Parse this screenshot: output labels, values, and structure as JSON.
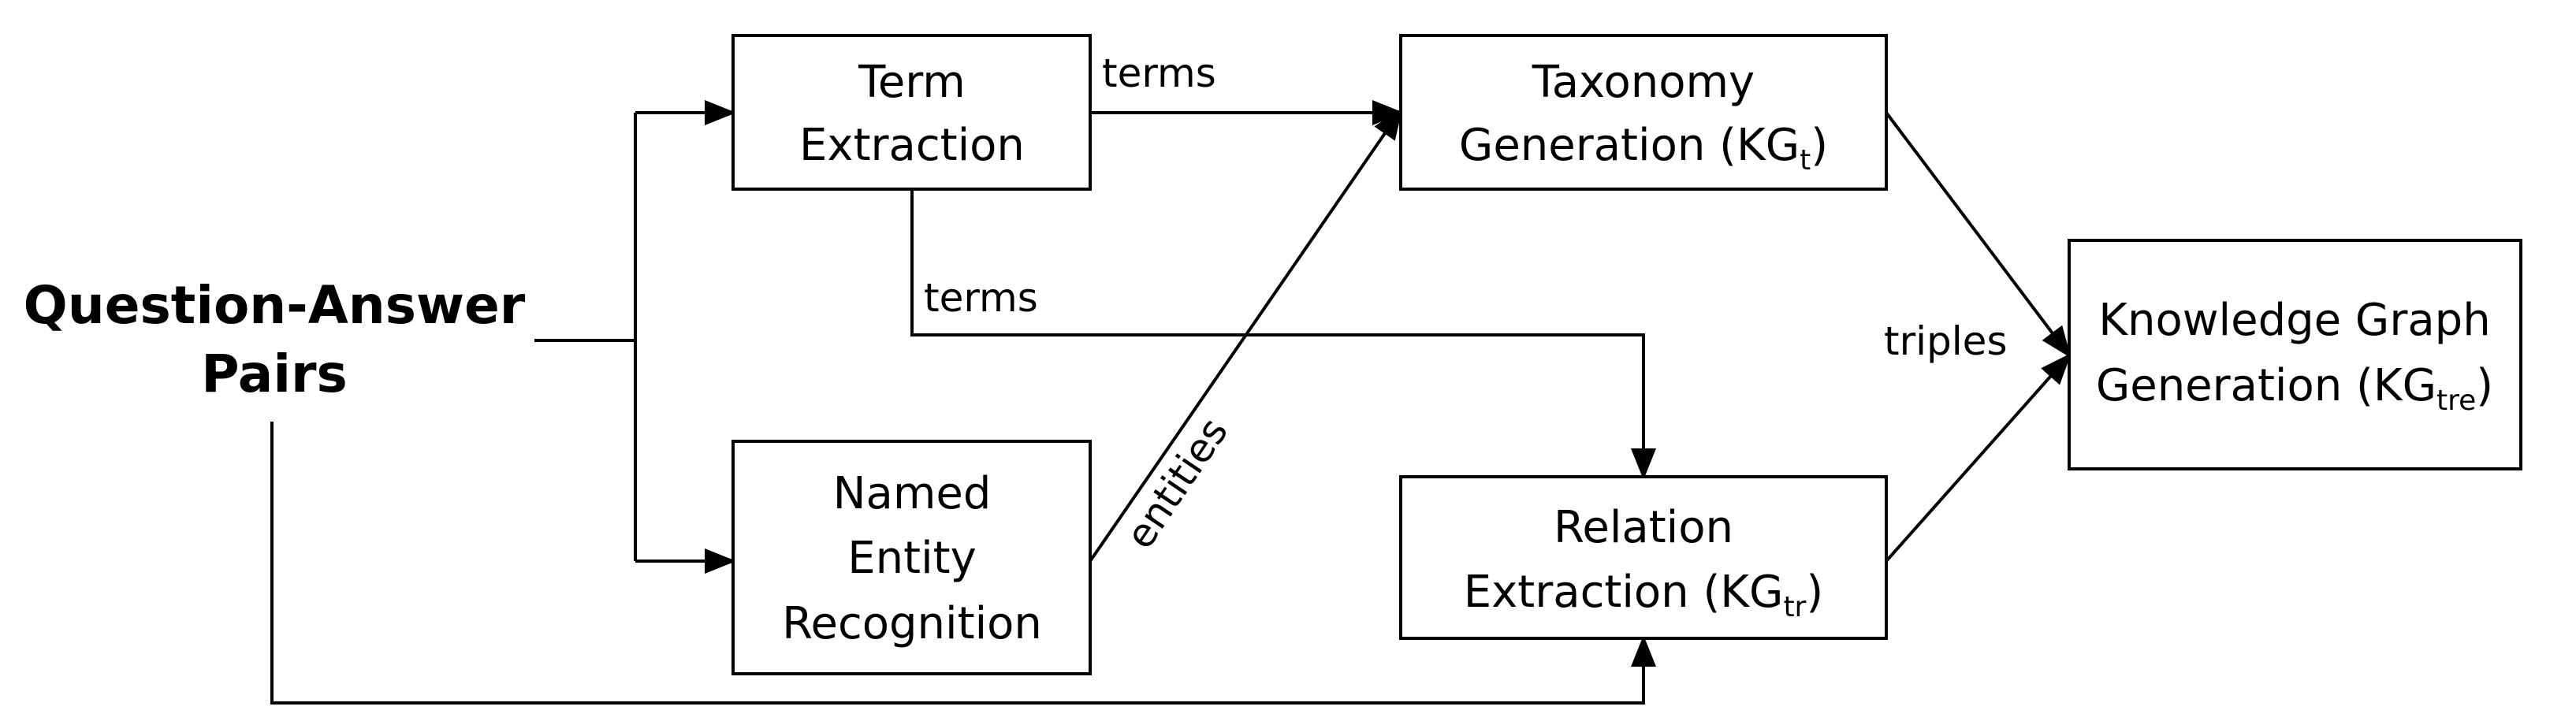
{
  "source": {
    "line1": "Question-Answer",
    "line2": "Pairs"
  },
  "nodes": {
    "term_extraction": {
      "line1": "Term",
      "line2": "Extraction"
    },
    "named_entity_recognition": {
      "line1": "Named",
      "line2": "Entity",
      "line3": "Recognition"
    },
    "taxonomy_generation": {
      "line1": "Taxonomy",
      "line2_prefix": "Generation (KG",
      "line2_sub": "t",
      "line2_suffix": ")"
    },
    "relation_extraction": {
      "line1": "Relation",
      "line2_prefix": "Extraction (KG",
      "line2_sub": "tr",
      "line2_suffix": ")"
    },
    "knowledge_graph_generation": {
      "line1": "Knowledge Graph",
      "line2_prefix": "Generation (KG",
      "line2_sub": "tre",
      "line2_suffix": ")"
    }
  },
  "edge_labels": {
    "terms_to_taxonomy": "terms",
    "terms_to_relation": "terms",
    "entities": "entities",
    "triples": "triples"
  }
}
